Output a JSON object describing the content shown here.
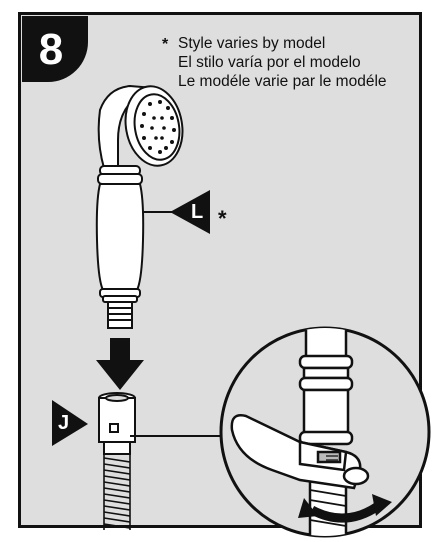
{
  "step": {
    "number": "8"
  },
  "note": {
    "marker": "*",
    "lines": [
      "Style varies by model",
      "El stilo varía por el modelo",
      "Le modéle varie par le modéle"
    ]
  },
  "callouts": {
    "handshower": {
      "letter": "L",
      "marker": "*"
    },
    "connector": {
      "letter": "J"
    }
  },
  "icons": [
    "arrow-down-icon",
    "wrench-icon",
    "rotation-arrow-icon",
    "callout-pointer-icon"
  ],
  "colors": {
    "panel_bg": "#dedede",
    "line": "#111111",
    "part_fill": "#ffffff"
  }
}
